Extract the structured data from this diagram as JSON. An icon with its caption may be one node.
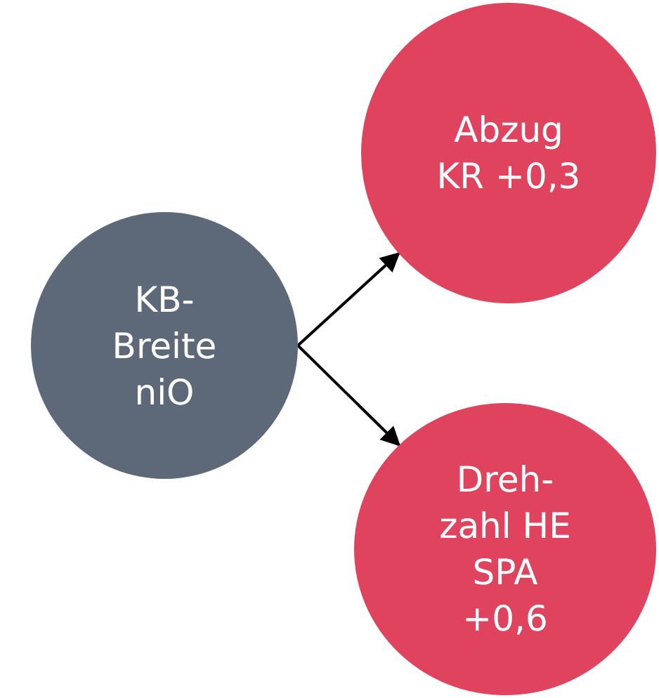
{
  "diagram": {
    "nodes": [
      {
        "text": [
          "KB- Breite niO"
        ]
      },
      {
        "text": [
          "Abzug KR +0,3"
        ]
      },
      {
        "text": [
          "Dreh- zahl HE SPA +0,6"
        ]
      }
    ],
    "edges": [
      {
        "from": 0,
        "to": 1,
        "arrow": "to"
      },
      {
        "from": 0,
        "to": 2,
        "arrow": "to"
      }
    ]
  }
}
